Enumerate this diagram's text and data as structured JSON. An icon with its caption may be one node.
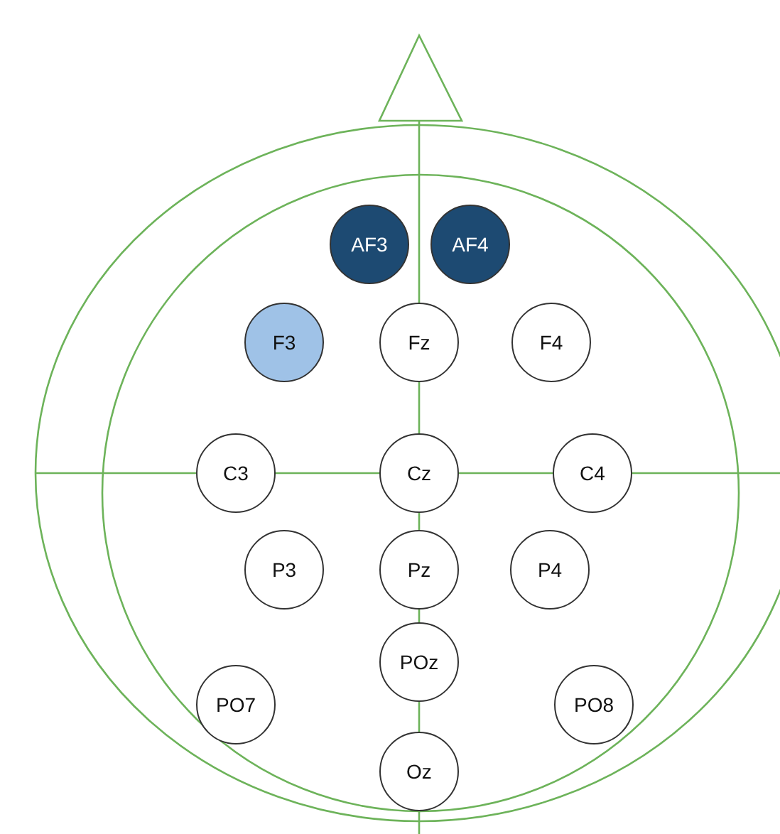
{
  "diagram": {
    "nodes": [
      {
        "text": [
          "AF3"
        ]
      },
      {
        "text": [
          "AF4"
        ]
      },
      {
        "text": [
          "F3"
        ]
      },
      {
        "text": [
          "Fz"
        ]
      },
      {
        "text": [
          "F4"
        ]
      },
      {
        "text": [
          "C3"
        ]
      },
      {
        "text": [
          "Cz"
        ]
      },
      {
        "text": [
          "C4"
        ]
      },
      {
        "text": [
          "P3"
        ]
      },
      {
        "text": [
          "Pz"
        ]
      },
      {
        "text": [
          "P4"
        ]
      },
      {
        "text": [
          "POz"
        ]
      },
      {
        "text": [
          "PO7"
        ]
      },
      {
        "text": [
          "PO8"
        ]
      },
      {
        "text": [
          "Oz"
        ]
      }
    ]
  }
}
